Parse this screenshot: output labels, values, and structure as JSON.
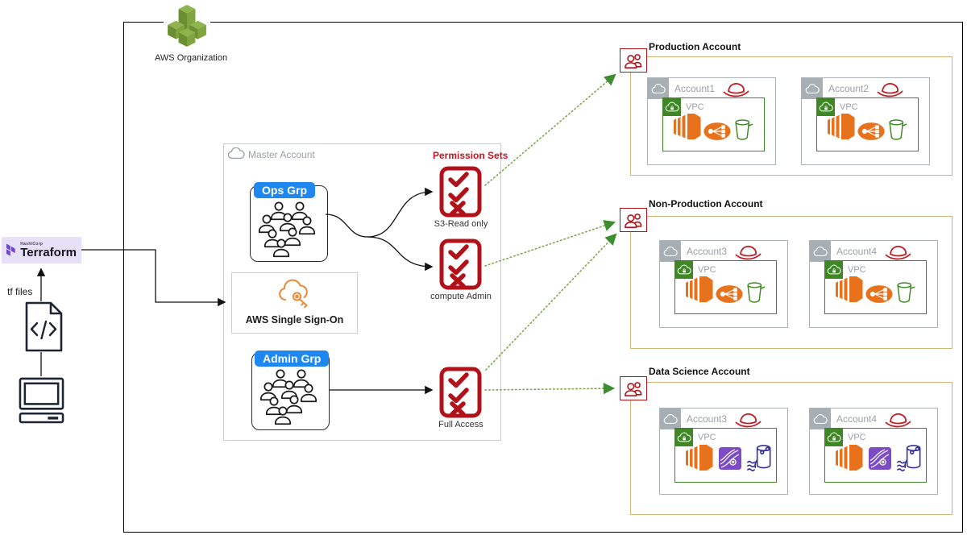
{
  "organization": {
    "label": "AWS Organization",
    "icon": "aws-organizations-cubes-icon"
  },
  "terraform": {
    "brand": "HashiCorp",
    "product": "Terraform",
    "icon": "terraform-mark-icon",
    "files_label": "tf files",
    "file_icon": "code-file-icon",
    "workstation_icon": "computer-icon"
  },
  "master_account": {
    "label": "Master Account",
    "header_icon": "cloud-icon",
    "groups": [
      {
        "label": "Ops Grp",
        "icon": "user-group-icon"
      },
      {
        "label": "Admin Grp",
        "icon": "user-group-icon"
      }
    ],
    "sso": {
      "label": "AWS Single Sign-On",
      "icon": "cloud-key-icon"
    },
    "permission_sets": {
      "title": "Permission Sets",
      "items": [
        {
          "label": "S3-Read only",
          "icon": "checklist-icon"
        },
        {
          "label": "compute Admin",
          "icon": "checklist-icon"
        },
        {
          "label": "Full Access",
          "icon": "checklist-icon"
        }
      ]
    }
  },
  "account_groups": [
    {
      "title": "Production Account",
      "badge_icon": "users-icon",
      "accounts": [
        {
          "name": "Account1",
          "badge_icon": "cloud-icon",
          "overlay_icon": "red-hat-icon",
          "vpc": {
            "label": "VPC",
            "badge_icon": "vpc-cloud-lock-icon",
            "services": [
              "ec2-icon",
              "elastic-load-balancing-icon",
              "s3-bucket-icon"
            ]
          }
        },
        {
          "name": "Account2",
          "badge_icon": "cloud-icon",
          "overlay_icon": "red-hat-icon",
          "vpc": {
            "label": "VPC",
            "badge_icon": "vpc-cloud-lock-icon",
            "services": [
              "ec2-icon",
              "elastic-load-balancing-icon",
              "s3-bucket-icon"
            ]
          }
        }
      ]
    },
    {
      "title": "Non-Production Account",
      "badge_icon": "users-icon",
      "accounts": [
        {
          "name": "Account3",
          "badge_icon": "cloud-icon",
          "overlay_icon": "red-hat-icon",
          "vpc": {
            "label": "VPC",
            "badge_icon": "vpc-cloud-lock-icon",
            "services": [
              "ec2-icon",
              "elastic-load-balancing-icon",
              "s3-bucket-icon"
            ]
          }
        },
        {
          "name": "Account4",
          "badge_icon": "cloud-icon",
          "overlay_icon": "red-hat-icon",
          "vpc": {
            "label": "VPC",
            "badge_icon": "vpc-cloud-lock-icon",
            "services": [
              "ec2-icon",
              "elastic-load-balancing-icon",
              "s3-bucket-icon"
            ]
          }
        }
      ]
    },
    {
      "title": "Data Science Account",
      "badge_icon": "users-icon",
      "accounts": [
        {
          "name": "Account3",
          "badge_icon": "cloud-icon",
          "overlay_icon": "red-hat-icon",
          "vpc": {
            "label": "VPC",
            "badge_icon": "vpc-cloud-lock-icon",
            "services": [
              "ec2-icon",
              "glue-icon",
              "data-lake-icon"
            ]
          }
        },
        {
          "name": "Account4",
          "badge_icon": "cloud-icon",
          "overlay_icon": "red-hat-icon",
          "vpc": {
            "label": "VPC",
            "badge_icon": "vpc-cloud-lock-icon",
            "services": [
              "ec2-icon",
              "glue-icon",
              "data-lake-icon"
            ]
          }
        }
      ]
    }
  ],
  "connections": [
    {
      "from": "computer",
      "to": "Terraform",
      "style": "solid-black"
    },
    {
      "from": "Terraform",
      "to": "AWS Single Sign-On",
      "style": "solid-black"
    },
    {
      "from": "Ops Grp",
      "to": "S3-Read only",
      "style": "solid-black-curved"
    },
    {
      "from": "Ops Grp",
      "to": "compute Admin",
      "style": "solid-black-curved"
    },
    {
      "from": "Admin Grp",
      "to": "Full Access",
      "style": "solid-black"
    },
    {
      "from": "S3-Read only",
      "to": "Production Account",
      "style": "dotted-green"
    },
    {
      "from": "compute Admin",
      "to": "Non-Production Account",
      "style": "dotted-green"
    },
    {
      "from": "Full Access",
      "to": "Non-Production Account",
      "style": "dotted-green"
    },
    {
      "from": "Full Access",
      "to": "Data Science Account",
      "style": "dotted-green"
    }
  ],
  "colors": {
    "group_label_blue": "#1E88F0",
    "permission_red": "#B11219",
    "permission_title_red": "#C7131F",
    "dotted_arrow_green": "#7FA650",
    "arrowhead_green": "#3E8E2F",
    "vpc_green": "#3F8624",
    "account_group_tan": "#D2B475",
    "account_gray": "#A7AEB4",
    "service_orange": "#E8721B",
    "glue_purple": "#7D4CC4",
    "data_lake_indigo": "#332D9B",
    "org_cube_green": "#7FA63E",
    "terraform_purple": "#6B46C8",
    "terraform_bg": "#E7E1F7",
    "sso_orange": "#E78A3B"
  }
}
